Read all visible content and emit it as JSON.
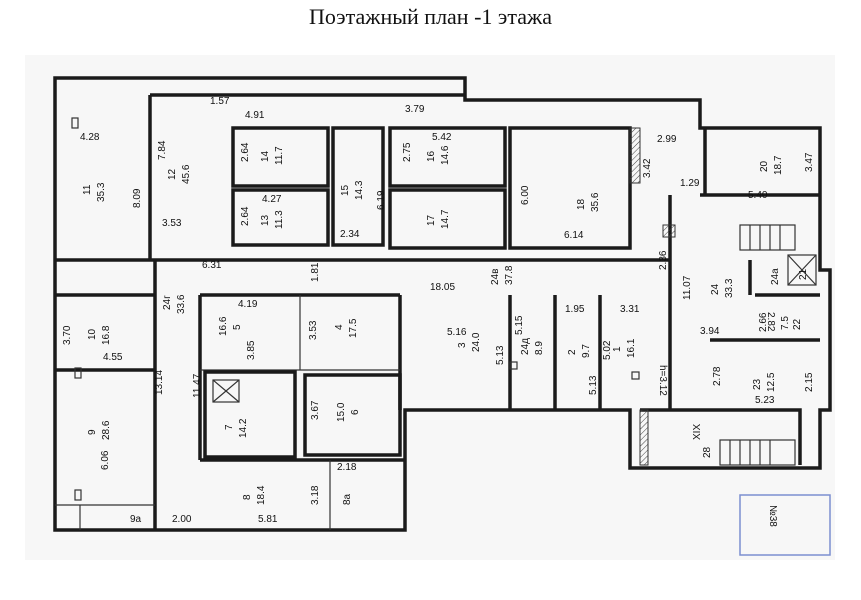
{
  "title": "Поэтажный план -1 этажа",
  "colors": {
    "paper": "#f7f7f7",
    "wall": "#1a1a1a",
    "accent": "#c96a2a",
    "stamp": "#7c8fd0"
  },
  "stair_mark": "XIX",
  "stamp": "№38",
  "height_note": "h=3.12",
  "labels": {
    "r11": "11",
    "r11a": "35.3",
    "r12": "12",
    "r12a": "45.6",
    "r14": "14",
    "r14a": "11.7",
    "r13": "13",
    "r13a": "11.3",
    "r15": "15",
    "r15a": "14.3",
    "r16": "16",
    "r16a": "14.6",
    "r17": "17",
    "r17a": "14.7",
    "r18": "18",
    "r18a": "35.6",
    "r20": "20",
    "r20a": "18.7",
    "r24b": "24в",
    "r24ba": "37.8",
    "r24g": "24г",
    "r24ga": "33.6",
    "r24": "24",
    "r24a": "33.3",
    "r24a_room": "24а",
    "r21": "21",
    "r22": "22",
    "r22a": "7.5",
    "r23": "23",
    "r23a": "12.5",
    "r10": "10",
    "r10a": "16.8",
    "r9": "9",
    "r9a": "28.6",
    "r5": "5",
    "r5a": "16.6",
    "r4": "4",
    "r4a": "17.5",
    "r3": "3",
    "r3a": "24.0",
    "r24d": "24д",
    "r24da": "8.9",
    "r2": "2",
    "r2a": "9.7",
    "r1": "1",
    "r1a": "16.1",
    "r7": "7",
    "r7a": "14.2",
    "r6": "6",
    "r6a": "15.0",
    "r8": "8",
    "r8a": "18.4",
    "r8a_room": "8а",
    "r9a_room": "9а",
    "stair28": "28"
  },
  "dims": {
    "d1": "4.28",
    "d2": "1.57",
    "d3": "4.91",
    "d4": "3.79",
    "d5": "8.09",
    "d6": "7.84",
    "d7": "2.64",
    "d8": "4.27",
    "d9": "2.64",
    "d10": "3.53",
    "d11": "6.19",
    "d12": "2.34",
    "d13": "5.42",
    "d14": "2.75",
    "d15": "6.00",
    "d16": "6.14",
    "d17": "2.99",
    "d18": "3.42",
    "d19": "1.29",
    "d20": "3.47",
    "d21": "5.40",
    "d22": "2.36",
    "d23": "6.31",
    "d24": "1.81",
    "d25": "18.05",
    "d26": "11.07",
    "d27": "4.19",
    "d28": "3.53",
    "d29": "3.85",
    "d30": "5.16",
    "d31": "5.13",
    "d32": "5.15",
    "d33": "1.95",
    "d34": "3.31",
    "d35": "5.02",
    "d36": "5.13",
    "d37": "3.94",
    "d38": "2.82",
    "d39": "2.66",
    "d40": "3.70",
    "d41": "4.55",
    "d42": "13.14",
    "d43": "11.47",
    "d44": "3.67",
    "d45": "2.78",
    "d46": "2.15",
    "d47": "5.23",
    "d48": "6.06",
    "d49": "2.18",
    "d50": "3.18",
    "d51": "2.00",
    "d52": "5.81"
  }
}
